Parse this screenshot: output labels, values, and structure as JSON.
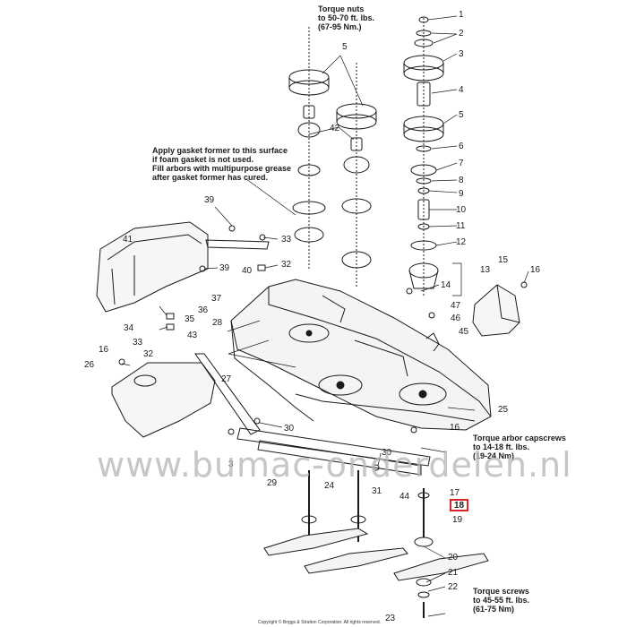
{
  "watermark": "www.bumac-onderdelen.nl",
  "highlight_color": "#d9232a",
  "copyright": "Copyright © Briggs & Stratton Corporation. All rights reserved.",
  "notes": {
    "torque_nuts": "Torque nuts\nto 50-70 ft. lbs.\n(67-95 Nm.)",
    "gasket": "Apply gasket former to this surface\nif foam gasket is not used.\nFill arbors with multipurpose grease\nafter gasket former has cured.",
    "torque_arbor": "Torque arbor capscrews\nto 14-18 ft. lbs.\n(19-24 Nm)",
    "torque_screws": "Torque screws\nto 45-55 ft. lbs.\n(61-75 Nm)"
  },
  "callouts": {
    "c1": "1",
    "c2": "2",
    "c3": "3",
    "c4": "4",
    "c5": "5",
    "c6": "6",
    "c7": "7",
    "c8": "8",
    "c9": "9",
    "c10": "10",
    "c11": "11",
    "c12": "12",
    "c13": "13",
    "c14": "14",
    "c15": "15",
    "c16a": "16",
    "c16b": "16",
    "c16c": "16",
    "c17": "17",
    "c18": "18",
    "c19": "19",
    "c20": "20",
    "c21": "21",
    "c22": "22",
    "c23": "23",
    "c24": "24",
    "c25": "25",
    "c26": "26",
    "c27": "27",
    "c28": "28",
    "c29": "29",
    "c30a": "30",
    "c30b": "30",
    "c31": "31",
    "c32a": "32",
    "c32b": "32",
    "c33a": "33",
    "c33b": "33",
    "c34": "34",
    "c35": "35",
    "c36": "36",
    "c37": "37",
    "c39a": "39",
    "c39b": "39",
    "c40": "40",
    "c41": "41",
    "c42": "42",
    "c43": "43",
    "c44": "44",
    "c45": "45",
    "c46": "46",
    "c47": "47",
    "c3b": "3",
    "c5b": "5"
  }
}
